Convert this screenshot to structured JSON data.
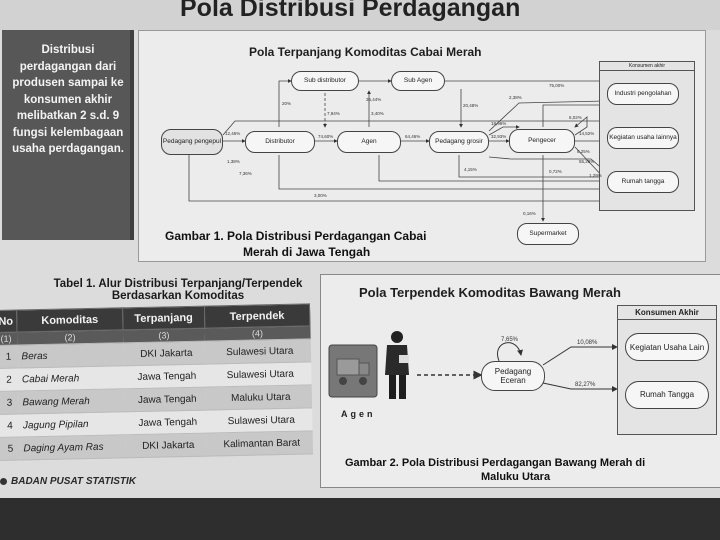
{
  "page": {
    "title": "Pola Distribusi Perdagangan",
    "side_panel": "Distribusi perdagangan dari produsen sampai ke konsumen akhir melibatkan 2 s.d. 9 fungsi kelembagaan usaha perdagangan.",
    "footer": "BADAN PUSAT STATISTIK"
  },
  "figure1": {
    "title": "Pola Terpanjang Komoditas Cabai Merah",
    "caption_line1": "Gambar 1. Pola Distribusi Perdagangan Cabai",
    "caption_line2": "Merah di Jawa Tengah",
    "consumer_header": "Konsumen akhir",
    "nodes": {
      "pedagang_pengepul": "Pedagang pengepul",
      "distributor": "Distributor",
      "sub_distributor": "Sub distributor",
      "agen": "Agen",
      "sub_agen": "Sub Agen",
      "pedagang_grosir": "Pedagang grosir",
      "pengecer": "Pengecer",
      "supermarket": "Supermarket",
      "industri_pengolahan": "Industri pengolahan",
      "kegiatan_usaha_lainnya": "Kegiatan usaha lainnya",
      "rumah_tangga": "Rumah tangga"
    },
    "percentages": {
      "p1": "12,46%",
      "p2": "20%",
      "p3": "7,94%",
      "p4": "74,60%",
      "p5": "3,40%",
      "p6": "1,38%",
      "p7": "36,44%",
      "p8": "20,48%",
      "p9": "64,46%",
      "p10": "18,96%",
      "p11": "2,38%",
      "p12": "32,93%",
      "p13": "75,00%",
      "p14": "6,02%",
      "p15": "14,52%",
      "p16": "8,25%",
      "p17": "55,28%",
      "p18": "0,72%",
      "p19": "7,36%",
      "p20": "1,29%",
      "p21": "4,15%",
      "p22": "3,00%",
      "p23": "0,16%"
    }
  },
  "table1": {
    "title_line1": "Tabel 1. Alur Distribusi  Terpanjang/Terpendek",
    "title_line2": "Berdasarkan Komoditas",
    "headers": [
      "No",
      "Komoditas",
      "Terpanjang",
      "Terpendek"
    ],
    "subheaders": [
      "(1)",
      "(2)",
      "(3)",
      "(4)"
    ],
    "rows": [
      [
        "1",
        "Beras",
        "DKI Jakarta",
        "Sulawesi Utara"
      ],
      [
        "2",
        "Cabai Merah",
        "Jawa Tengah",
        "Sulawesi Utara"
      ],
      [
        "3",
        "Bawang Merah",
        "Jawa Tengah",
        "Maluku Utara"
      ],
      [
        "4",
        "Jagung Pipilan",
        "Jawa Tengah",
        "Sulawesi Utara"
      ],
      [
        "5",
        "Daging Ayam Ras",
        "DKI Jakarta",
        "Kalimantan Barat"
      ]
    ]
  },
  "figure2": {
    "title": "Pola Terpendek Komoditas Bawang Merah",
    "caption_line1": "Gambar 2. Pola Distribusi  Perdagangan Bawang Merah di",
    "caption_line2": "Maluku Utara",
    "agen_label": "Agen",
    "pedagang_eceran": "Pedagang Eceran",
    "loop_pct": "7,65%",
    "consumer_header": "Konsumen Akhir",
    "kegiatan_usaha_lain": "Kegiatan Usaha Lain",
    "rumah_tangga": "Rumah Tangga",
    "pct_kegiatan": "10,08%",
    "pct_rumah": "82,27%"
  }
}
